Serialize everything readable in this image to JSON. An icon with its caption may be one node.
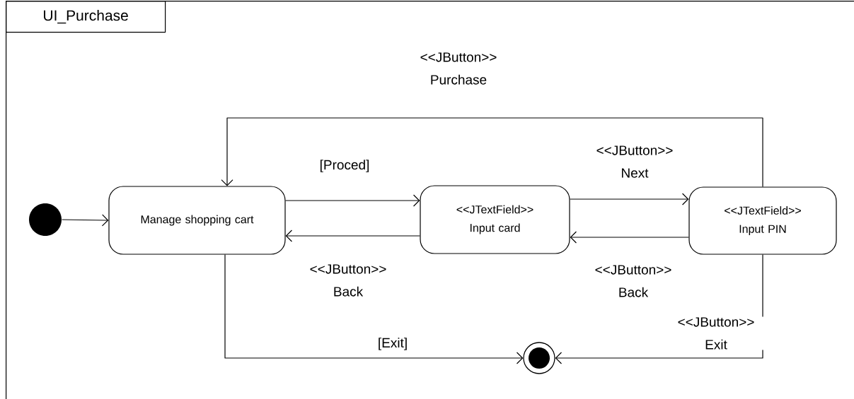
{
  "diagram": {
    "nodes": [
      {
        "text": [
          "UI_Purchase"
        ]
      },
      {
        "text": [],
        "shape": "circle",
        "in": 0
      },
      {
        "text": [
          "Manage shopping cart"
        ],
        "in": 0
      },
      {
        "text": [
          "<<JTextField>> Input card"
        ],
        "in": 0
      },
      {
        "text": [
          "<<JTextField>> Input PIN"
        ],
        "in": 0
      },
      {
        "text": [],
        "shape": "circle",
        "in": 0
      }
    ],
    "edges": [
      {
        "from": 1,
        "to": 2,
        "arrow": "to"
      },
      {
        "from": 2,
        "to": 3,
        "arrow": "to",
        "label": "[Proced]"
      },
      {
        "from": 3,
        "to": 2,
        "arrow": "to",
        "label": "<<JButton>> Back"
      },
      {
        "from": 3,
        "to": 4,
        "arrow": "to",
        "label": "<<JButton>> Next"
      },
      {
        "from": 4,
        "to": 3,
        "arrow": "to",
        "label": "<<JButton>> Back"
      },
      {
        "from": 4,
        "to": 2,
        "arrow": "to",
        "label": "<<JButton>> Purchase"
      },
      {
        "from": 2,
        "to": 5,
        "arrow": "to",
        "label": "[Exit]"
      },
      {
        "from": 4,
        "to": 5,
        "arrow": "to",
        "label": "<<JButton>> Exit"
      }
    ]
  }
}
